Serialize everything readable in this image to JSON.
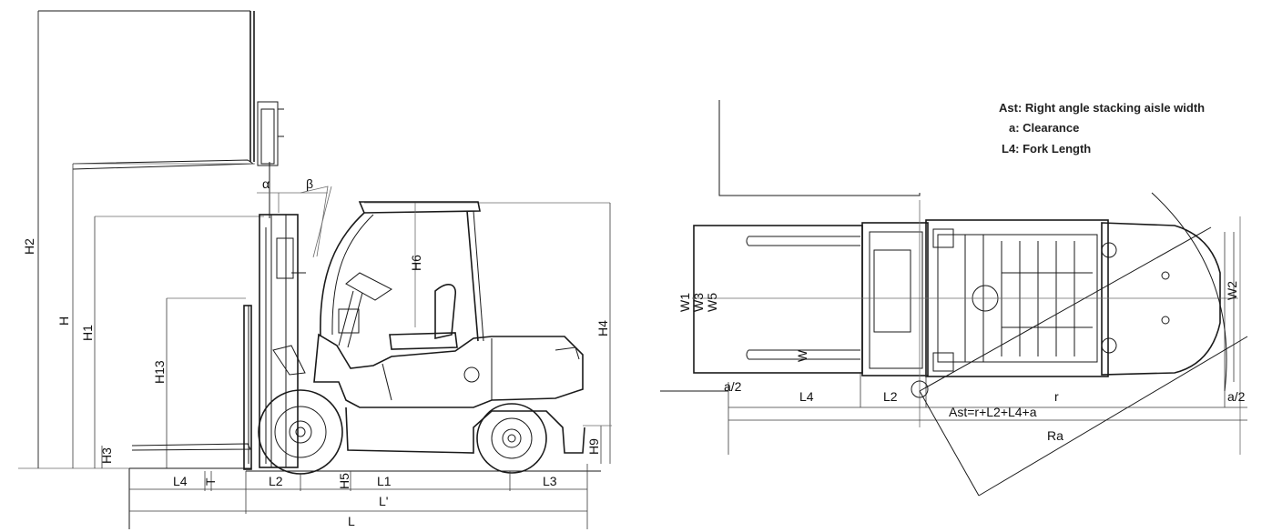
{
  "side_view": {
    "labels": {
      "h2": "H2",
      "h": "H",
      "h1": "H1",
      "h13": "H13",
      "h3": "H3",
      "alpha": "α",
      "beta": "β",
      "h6": "H6",
      "h4": "H4",
      "h9": "H9",
      "l4": "L4",
      "t": "T",
      "l2": "L2",
      "h5": "H5",
      "l1": "L1",
      "l3": "L3",
      "l_prime": "L'",
      "l": "L"
    }
  },
  "top_view": {
    "legend": {
      "ast": "Ast: Right angle stacking aisle width",
      "a": "a:  Clearance",
      "l4": "L4:  Fork Length"
    },
    "labels": {
      "w1": "W1",
      "w3": "W3",
      "w5": "W5",
      "w": "W",
      "w2": "W2",
      "a2_left": "a/2",
      "l4": "L4",
      "l2": "L2",
      "r": "r",
      "a2_right": "a/2",
      "ast_formula": "Ast=r+L2+L4+a",
      "ra": "Ra"
    }
  }
}
